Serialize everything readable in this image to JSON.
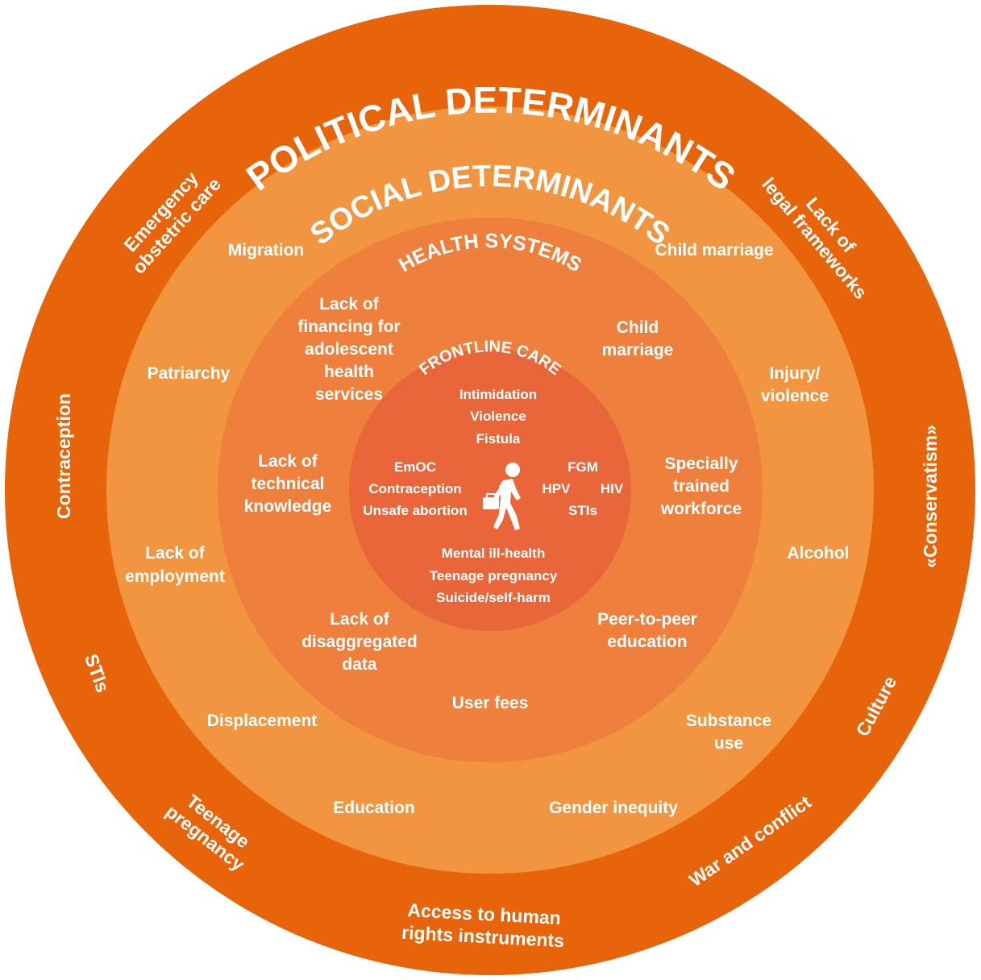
{
  "colors": {
    "political": "#E8640A",
    "social": "#F19540",
    "health": "#EE7F3C",
    "frontline": "#E8663A",
    "text": "#FFFFFF"
  },
  "rings": {
    "political": {
      "title": "POLITICAL DETERMINANTS",
      "items": {
        "emergency_1": "Emergency",
        "emergency_2": "obstetric care",
        "legal_1": "Lack of",
        "legal_2": "legal frameworks",
        "contraception": "Contraception",
        "conservatism": "«Conservatism»",
        "stis": "STIs",
        "culture": "Culture",
        "teenage_1": "Teenage",
        "teenage_2": "pregnancy",
        "war": "War and conflict",
        "access_1": "Access to human",
        "access_2": "rights instruments"
      }
    },
    "social": {
      "title": "SOCIAL DETERMINANTS",
      "items": {
        "migration": "Migration",
        "child_marriage": "Child marriage",
        "patriarchy": "Patriarchy",
        "injury_1": "Injury/",
        "injury_2": "violence",
        "employment_1": "Lack of",
        "employment_2": "employment",
        "alcohol": "Alcohol",
        "displacement": "Displacement",
        "substance_1": "Substance",
        "substance_2": "use",
        "education": "Education",
        "gender": "Gender inequity"
      }
    },
    "health": {
      "title": "HEALTH SYSTEMS",
      "items": {
        "financing_1": "Lack of",
        "financing_2": "financing for",
        "financing_3": "adolescent",
        "financing_4": "health",
        "financing_5": "services",
        "child_marriage_1": "Child",
        "child_marriage_2": "marriage",
        "technical_1": "Lack of",
        "technical_2": "technical",
        "technical_3": "knowledge",
        "workforce_1": "Specially",
        "workforce_2": "trained",
        "workforce_3": "workforce",
        "data_1": "Lack of",
        "data_2": "disaggregated",
        "data_3": "data",
        "peer_1": "Peer-to-peer",
        "peer_2": "education",
        "user_fees": "User fees"
      }
    },
    "frontline": {
      "title": "FRONTLINE CARE",
      "items": {
        "intimidation": "Intimidation",
        "violence": "Violence",
        "fistula": "Fistula",
        "emoc": "EmOC",
        "contraception": "Contraception",
        "unsafe_abortion": "Unsafe abortion",
        "fgm": "FGM",
        "hpv": "HPV",
        "hiv": "HIV",
        "stis": "STIs",
        "mental": "Mental ill-health",
        "teenage": "Teenage pregnancy",
        "suicide": "Suicide/self-harm"
      },
      "icon": "health-worker-walking-icon"
    }
  }
}
